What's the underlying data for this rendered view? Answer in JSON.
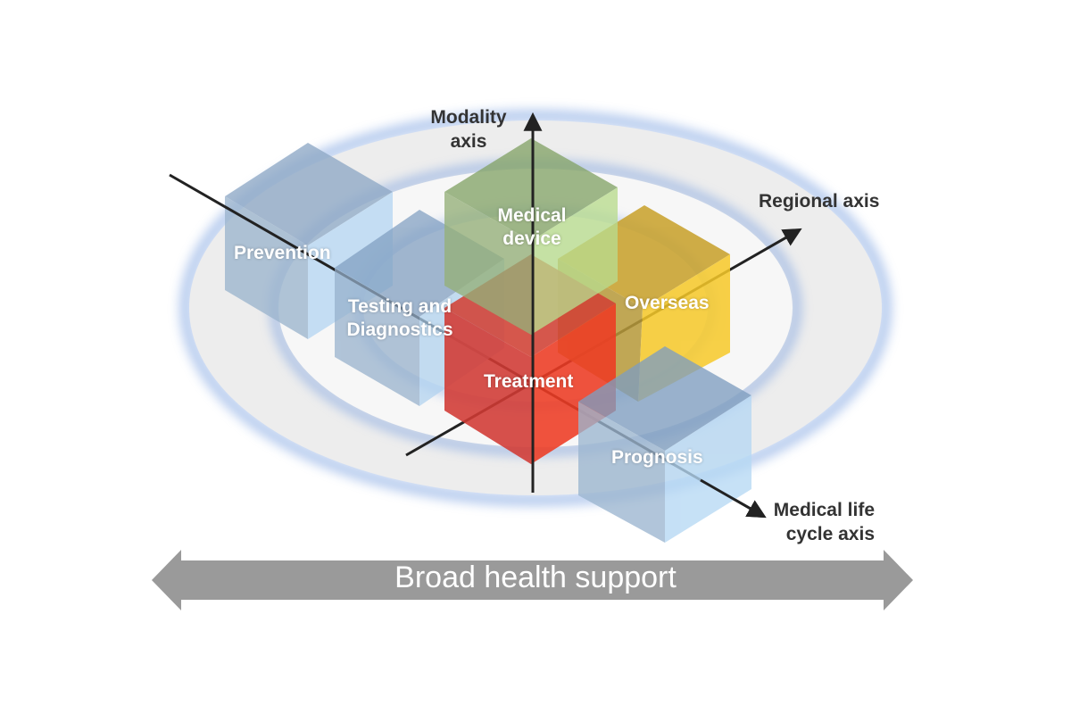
{
  "axes": {
    "modality": {
      "line1": "Modality",
      "line2": "axis"
    },
    "regional": "Regional axis",
    "life_cycle": {
      "line1": "Medical life",
      "line2": "cycle axis"
    }
  },
  "cubes": {
    "prevention": {
      "label": "Prevention",
      "color": "#7f9fc0"
    },
    "testing": {
      "line1": "Testing and",
      "line2": "Diagnostics",
      "color": "#7f9fc0"
    },
    "medical_device": {
      "line1": "Medical",
      "line2": "device",
      "color": "#8faa6e"
    },
    "overseas": {
      "label": "Overseas",
      "color": "#f2c020"
    },
    "treatment": {
      "label": "Treatment",
      "color": "#e02a24"
    },
    "prognosis": {
      "label": "Prognosis",
      "color": "#7f9fc0"
    }
  },
  "banner": {
    "label": "Broad health support",
    "color": "#9a9a9a"
  }
}
